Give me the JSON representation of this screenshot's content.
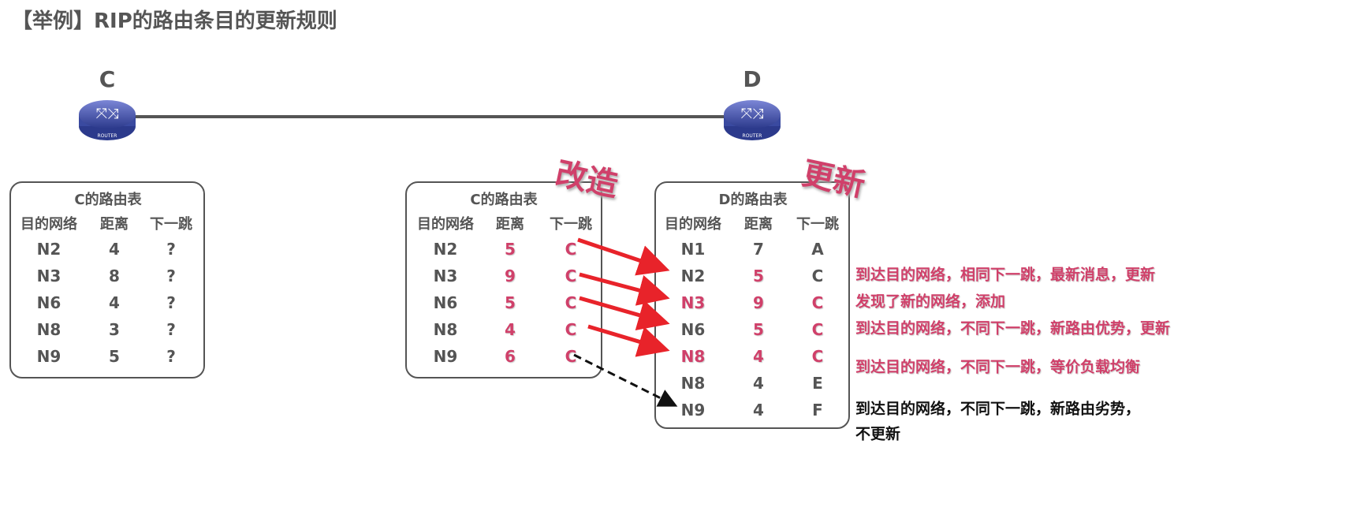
{
  "title": "【举例】RIP的路由条目的更新规则",
  "routers": {
    "c": "C",
    "d": "D",
    "icon_text": "ROUTER"
  },
  "stamps": {
    "modify": "改造",
    "update": "更新"
  },
  "tables": [
    {
      "title": "C的路由表",
      "headers": [
        "目的网络",
        "距离",
        "下一跳"
      ],
      "rows": [
        [
          "N2",
          "4",
          "?"
        ],
        [
          "N3",
          "8",
          "?"
        ],
        [
          "N6",
          "4",
          "?"
        ],
        [
          "N8",
          "3",
          "?"
        ],
        [
          "N9",
          "5",
          "?"
        ]
      ]
    },
    {
      "title": "C的路由表",
      "headers": [
        "目的网络",
        "距离",
        "下一跳"
      ],
      "rows": [
        [
          "N2",
          "5",
          "C"
        ],
        [
          "N3",
          "9",
          "C"
        ],
        [
          "N6",
          "5",
          "C"
        ],
        [
          "N8",
          "4",
          "C"
        ],
        [
          "N9",
          "6",
          "C"
        ]
      ]
    },
    {
      "title": "D的路由表",
      "headers": [
        "目的网络",
        "距离",
        "下一跳"
      ],
      "rows": [
        [
          "N1",
          "7",
          "A"
        ],
        [
          "N2",
          "5",
          "C"
        ],
        [
          "N3",
          "9",
          "C"
        ],
        [
          "N6",
          "5",
          "C"
        ],
        [
          "N8",
          "4",
          "C"
        ],
        [
          "N8",
          "4",
          "E"
        ],
        [
          "N9",
          "4",
          "F"
        ]
      ]
    }
  ],
  "notes": [
    "到达目的网络，相同下一跳，最新消息，更新",
    "发现了新的网络，添加",
    "到达目的网络，不同下一跳，新路由优势，更新",
    "到达目的网络，不同下一跳，等价负载均衡",
    "到达目的网络，不同下一跳，新路由劣势，",
    "不更新"
  ],
  "colors": {
    "accent": "#d0406a",
    "arrow": "#e8232a",
    "text": "#555555"
  }
}
